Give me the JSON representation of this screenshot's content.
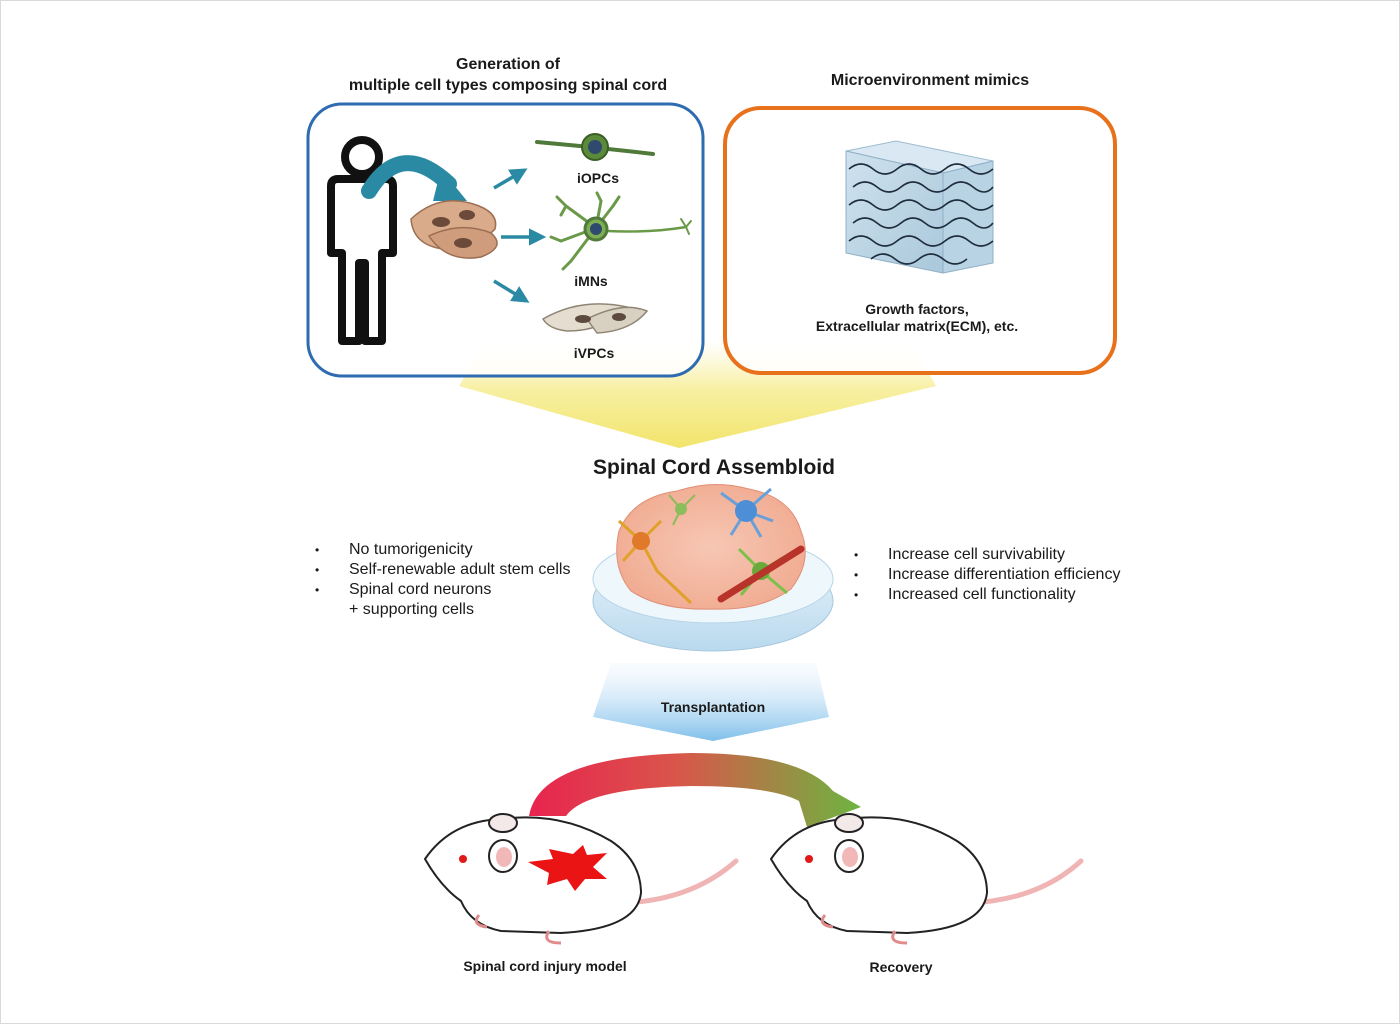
{
  "sections": {
    "generation_title_line1": "Generation of",
    "generation_title_line2": "multiple  cell types composing spinal cord",
    "microenvironment_title": "Microenvironment  mimics"
  },
  "cell_types": {
    "opc": "iOPCs",
    "mn": "iMNs",
    "vpc": "iVPCs"
  },
  "microenvironment": {
    "line1": "Growth factors,",
    "line2": "Extracellular matrix(ECM), etc."
  },
  "assembloid": {
    "title": "Spinal Cord Assembloid",
    "left_points": [
      "No tumorigenicity",
      "Self-renewable  adult stem cells",
      "Spinal cord neurons"
    ],
    "left_points_continuation": "+ supporting cells",
    "right_points": [
      "Increase cell survivability",
      "Increase differentiation efficiency",
      "Increased cell functionality"
    ]
  },
  "transplantation_label": "Transplantation",
  "mice": {
    "injury_label": "Spinal cord injury model",
    "recovery_label": "Recovery"
  },
  "colors": {
    "blue_box": "#2e6bb0",
    "orange_box": "#e8711c",
    "teal_arrow": "#2b8aa3",
    "injury_red": "#e8244f",
    "recovery_green": "#6cb540",
    "yellow_funnel": "#f4ea8a",
    "blue_funnel": "#8fc6ec"
  }
}
